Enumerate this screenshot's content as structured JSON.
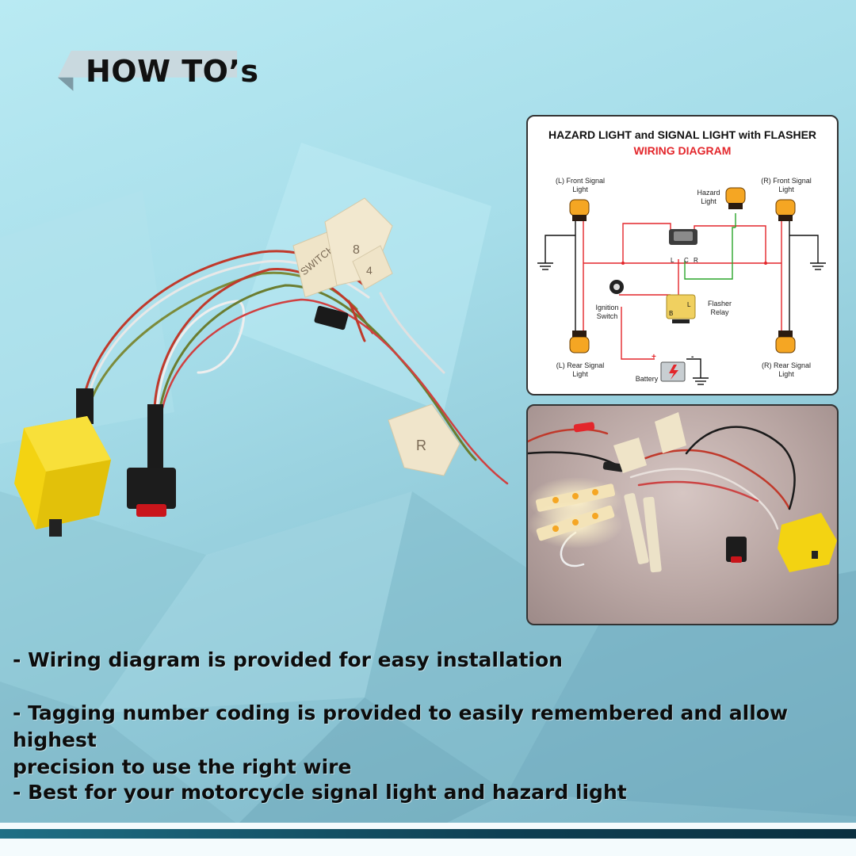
{
  "header": {
    "title": "HOW TO’s"
  },
  "diagram": {
    "title": "HAZARD LIGHT and SIGNAL LIGHT with FLASHER",
    "subtitle": "WIRING DIAGRAM",
    "labels": {
      "left_front": [
        "(L) Front Signal",
        "Light"
      ],
      "right_front": [
        "(R) Front Signal",
        "Light"
      ],
      "hazard": [
        "Hazard",
        "Light"
      ],
      "ignition": [
        "Ignition",
        "Switch"
      ],
      "flasher": [
        "Flasher",
        "Relay"
      ],
      "left_rear": [
        "(L) Rear Signal",
        "Light"
      ],
      "right_rear": [
        "(R) Rear Signal",
        "Light"
      ],
      "battery": "Battery",
      "switch_pins": [
        "L",
        "C",
        "R"
      ],
      "relay_pins": [
        "L",
        "B"
      ],
      "battery_plus": "+",
      "battery_minus": "-"
    }
  },
  "product_tags": [
    "SWITCH",
    "8",
    "4",
    "R"
  ],
  "bullets": [
    {
      "lines": [
        "- Wiring diagram is provided for easy installation"
      ]
    },
    {
      "lines": [
        "- Tagging number coding is provided to easily remembered and allow highest",
        "precision to use the right wire"
      ]
    },
    {
      "lines": [
        "- Best for your motorcycle signal light and hazard light"
      ]
    }
  ],
  "colors": {
    "banner": "#c9d9df",
    "accent_red": "#e3262b",
    "led_amber": "#f5a623"
  }
}
